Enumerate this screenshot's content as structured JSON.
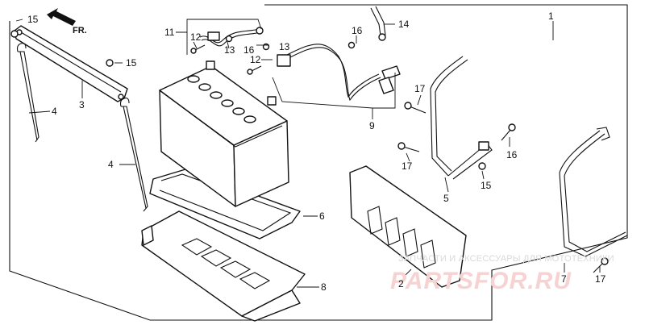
{
  "direction_label": "FR.",
  "watermark": {
    "text_top": "ЗАПЧАСТИ И АКСЕССУАРЫ ДЛЯ МОТОТЕХНИКИ",
    "text_brand": "PARTSFOR.RU"
  },
  "callouts": {
    "c1": "1",
    "c2": "2",
    "c3": "3",
    "c4a": "4",
    "c4b": "4",
    "c5": "5",
    "c6": "6",
    "c7": "7",
    "c8": "8",
    "c9": "9",
    "c11": "11",
    "c12a": "12",
    "c12b": "12",
    "c13a": "13",
    "c13b": "13",
    "c14": "14",
    "c15a": "15",
    "c15b": "15",
    "c15c": "15",
    "c16a": "16",
    "c16b": "16",
    "c16c": "16",
    "c17a": "17",
    "c17b": "17",
    "c17c": "17"
  }
}
